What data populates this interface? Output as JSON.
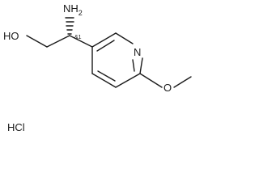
{
  "molecule": {
    "labels": {
      "hydroxyl": "HO",
      "amine": "NH2",
      "amine_main": "NH",
      "amine_sub": "2",
      "stereo": "&1",
      "ring_nitrogen": "N",
      "ether_oxygen": "O",
      "salt": "HCl"
    },
    "bond_types": [
      "single",
      "wedge",
      "aromatic-double"
    ]
  }
}
